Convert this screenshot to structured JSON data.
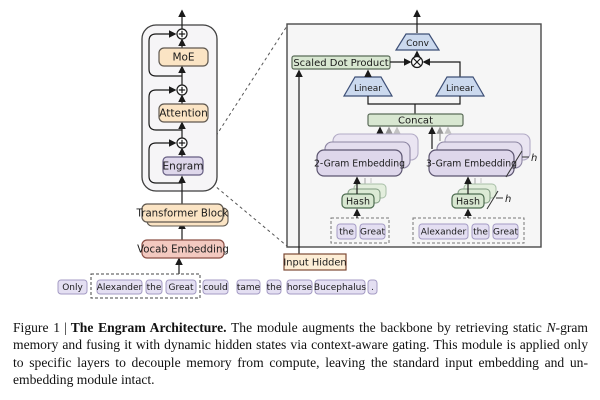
{
  "figure": {
    "backbone": {
      "moe_label": "MoE",
      "attention_label": "Attention",
      "engram_label": "Engram",
      "transformer_block_label": "Transformer Block",
      "vocab_embedding_label": "Vocab Embedding"
    },
    "detail": {
      "conv_label": "Conv",
      "scaled_dot_product_label": "Scaled Dot Product",
      "linear_left_label": "Linear",
      "linear_right_label": "Linear",
      "concat_label": "Concat",
      "bigram_embedding_label": "2-Gram Embedding",
      "trigram_embedding_label": "3-Gram Embedding",
      "hash_left_label": "Hash",
      "hash_right_label": "Hash",
      "embedding_count_label": "h",
      "hash_count_label": "h",
      "input_hidden_label": "Input Hidden",
      "bigram_tokens": [
        "the",
        "Great"
      ],
      "trigram_tokens": [
        "Alexander",
        "the",
        "Great"
      ]
    },
    "input_tokens": [
      "Only",
      "Alexander",
      "the",
      "Great",
      "could",
      "tame",
      "the",
      "horse",
      "Bucephalus",
      "."
    ]
  },
  "caption": {
    "label": "Figure 1",
    "separator": "|",
    "title_bold": "The Engram Architecture.",
    "body_pre_italic": "The module augments the backbone by retrieving static",
    "italic_n": "N",
    "body_post_italic": "-gram memory and fusing it with dynamic hidden states via context-aware gating. This module is applied only to specific layers to decouple memory from compute, leaving the standard input embedding and un-embedding module intact."
  },
  "colors": {
    "block_peach": "#fbe4c4",
    "block_lavender": "#ded7eb",
    "block_pink": "#f3c9c0",
    "block_green": "#d8e7d1",
    "trapezoid_blue": "#cbd9ee",
    "token_lavender": "#e4dff2",
    "input_hidden_peach": "#fdeed6",
    "panel_gray": "#f6f6f6"
  }
}
